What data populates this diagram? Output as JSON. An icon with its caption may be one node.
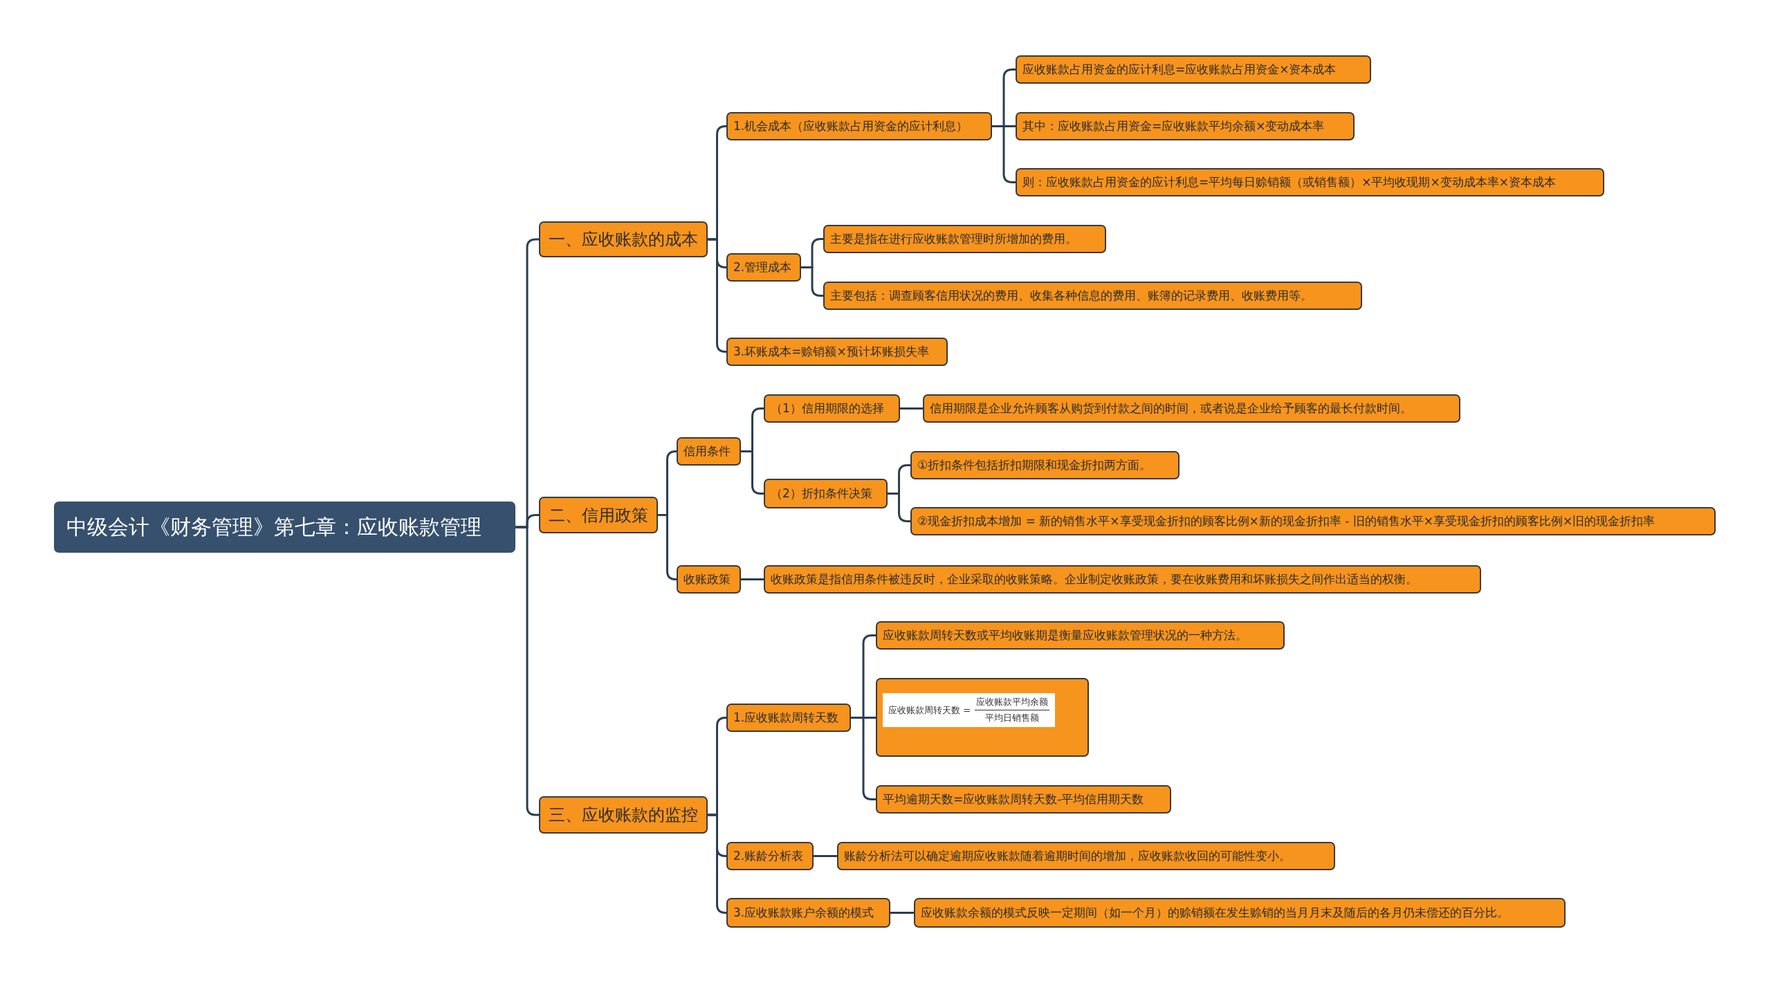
{
  "diagram": {
    "nodes": [
      {
        "text": [
          "中级会计《财务管理》第七章：应收账款管理"
        ]
      },
      {
        "text": [
          "一、应收账款的成本"
        ]
      },
      {
        "text": [
          "1.机会成本（应收账款占用资金的应计利息）"
        ]
      },
      {
        "text": [
          "应收账款占用资金的应计利息=应收账款占用资金×资本成本"
        ]
      },
      {
        "text": [
          "其中：应收账款占用资金=应收账款平均余额×变动成本率"
        ]
      },
      {
        "text": [
          "则：应收账款占用资金的应计利息=平均每日赊销额（或销售额）×平均收现期×变动成本率×资本成本"
        ]
      },
      {
        "text": [
          "2.管理成本"
        ]
      },
      {
        "text": [
          "主要是指在进行应收账款管理时所增加的费用。"
        ]
      },
      {
        "text": [
          "主要包括：调查顾客信用状况的费用、收集各种信息的费用、账簿的记录费用、收账费用等。"
        ]
      },
      {
        "text": [
          "3.坏账成本=赊销额×预计坏账损失率"
        ]
      },
      {
        "text": [
          "二、信用政策"
        ]
      },
      {
        "text": [
          "信用条件"
        ]
      },
      {
        "text": [
          "（1）信用期限的选择"
        ]
      },
      {
        "text": [
          "信用期限是企业允许顾客从购货到付款之间的时间，或者说是企业给予顾客的最长付款时间。"
        ]
      },
      {
        "text": [
          "（2）折扣条件决策"
        ]
      },
      {
        "text": [
          "①折扣条件包括折扣期限和现金折扣两方面。"
        ]
      },
      {
        "text": [
          "②现金折扣成本增加 = 新的销售水平×享受现金折扣的顾客比例×新的现金折扣率 - 旧的销售水平×享受现金折扣的顾客比例×旧的现金折扣率"
        ]
      },
      {
        "text": [
          "收账政策"
        ]
      },
      {
        "text": [
          "收账政策是指信用条件被违反时，企业采取的收账策略。企业制定收账政策，要在收账费用和坏账损失之间作出适当的权衡。"
        ]
      },
      {
        "text": [
          "三、应收账款的监控"
        ]
      },
      {
        "text": [
          "1.应收账款周转天数"
        ]
      },
      {
        "text": [
          "应收账款周转天数或平均收账期是衡量应收账款管理状况的一种方法。"
        ]
      },
      {
        "text": [
          "应收账款周转天数 =",
          "应收账款平均余额",
          "平均日销售额"
        ]
      },
      {
        "text": [
          "平均逾期天数=应收账款周转天数-平均信用期天数"
        ]
      },
      {
        "text": [
          "2.账龄分析表"
        ]
      },
      {
        "text": [
          "账龄分析法可以确定逾期应收账款随着逾期时间的增加，应收账款收回的可能性变小。"
        ]
      },
      {
        "text": [
          "3.应收账款账户余额的模式"
        ]
      },
      {
        "text": [
          "应收账款余额的模式反映一定期间（如一个月）的赊销额在发生赊销的当月月末及随后的各月仍未偿还的百分比。"
        ]
      }
    ],
    "edges": [
      {
        "from": 0,
        "to": 1,
        "arrow": "none"
      },
      {
        "from": 1,
        "to": 2,
        "arrow": "none"
      },
      {
        "from": 2,
        "to": 3,
        "arrow": "none"
      },
      {
        "from": 2,
        "to": 4,
        "arrow": "none"
      },
      {
        "from": 2,
        "to": 5,
        "arrow": "none"
      },
      {
        "from": 1,
        "to": 6,
        "arrow": "none"
      },
      {
        "from": 6,
        "to": 7,
        "arrow": "none"
      },
      {
        "from": 6,
        "to": 8,
        "arrow": "none"
      },
      {
        "from": 1,
        "to": 9,
        "arrow": "none"
      },
      {
        "from": 0,
        "to": 10,
        "arrow": "none"
      },
      {
        "from": 10,
        "to": 11,
        "arrow": "none"
      },
      {
        "from": 11,
        "to": 12,
        "arrow": "none"
      },
      {
        "from": 12,
        "to": 13,
        "arrow": "none"
      },
      {
        "from": 11,
        "to": 14,
        "arrow": "none"
      },
      {
        "from": 14,
        "to": 15,
        "arrow": "none"
      },
      {
        "from": 14,
        "to": 16,
        "arrow": "none"
      },
      {
        "from": 10,
        "to": 17,
        "arrow": "none"
      },
      {
        "from": 17,
        "to": 18,
        "arrow": "none"
      },
      {
        "from": 0,
        "to": 19,
        "arrow": "none"
      },
      {
        "from": 19,
        "to": 20,
        "arrow": "none"
      },
      {
        "from": 20,
        "to": 21,
        "arrow": "none"
      },
      {
        "from": 20,
        "to": 22,
        "arrow": "none"
      },
      {
        "from": 20,
        "to": 23,
        "arrow": "none"
      },
      {
        "from": 19,
        "to": 24,
        "arrow": "none"
      },
      {
        "from": 24,
        "to": 25,
        "arrow": "none"
      },
      {
        "from": 19,
        "to": 26,
        "arrow": "none"
      },
      {
        "from": 26,
        "to": 27,
        "arrow": "none"
      }
    ]
  }
}
